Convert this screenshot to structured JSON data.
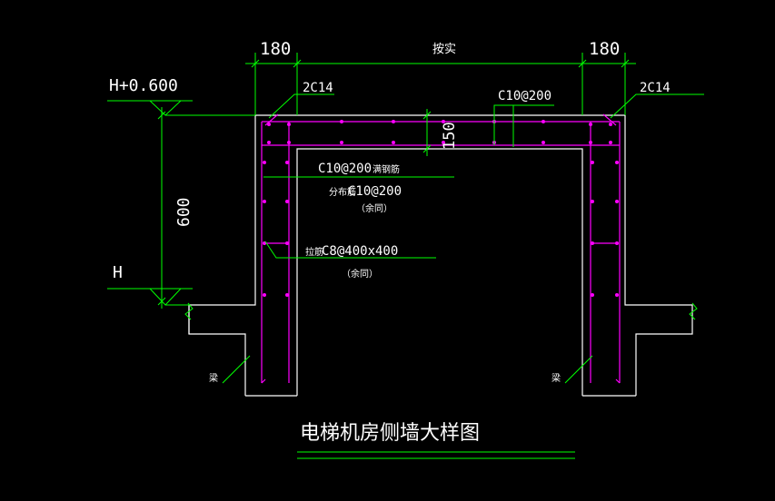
{
  "drawing": {
    "title": "电梯机房侧墙大样图",
    "dimensions": {
      "left_width": "180",
      "middle": "按实",
      "right_width": "180",
      "slab_thickness": "150",
      "wall_height": "600"
    },
    "levels": {
      "top": "H+0.600",
      "bottom": "H"
    },
    "labels": {
      "corner_bar_left": "2C14",
      "corner_bar_right": "2C14",
      "slab_bar": "C10@200",
      "wall_vertical": "C10@200",
      "wall_vertical_note": "满钢筋",
      "distribution_prefix": "分布筋",
      "distribution_bar": "C10@200",
      "distribution_note": "（余同）",
      "tie_prefix": "拉筋",
      "tie_bar": "C8@400x400",
      "tie_note": "（余同）",
      "beam_left": "梁",
      "beam_right": "梁"
    },
    "colors": {
      "background": "#000000",
      "outline": "#ffffff",
      "rebar": "#ff00ff",
      "leader": "#00ff00",
      "text": "#ffffff"
    }
  }
}
